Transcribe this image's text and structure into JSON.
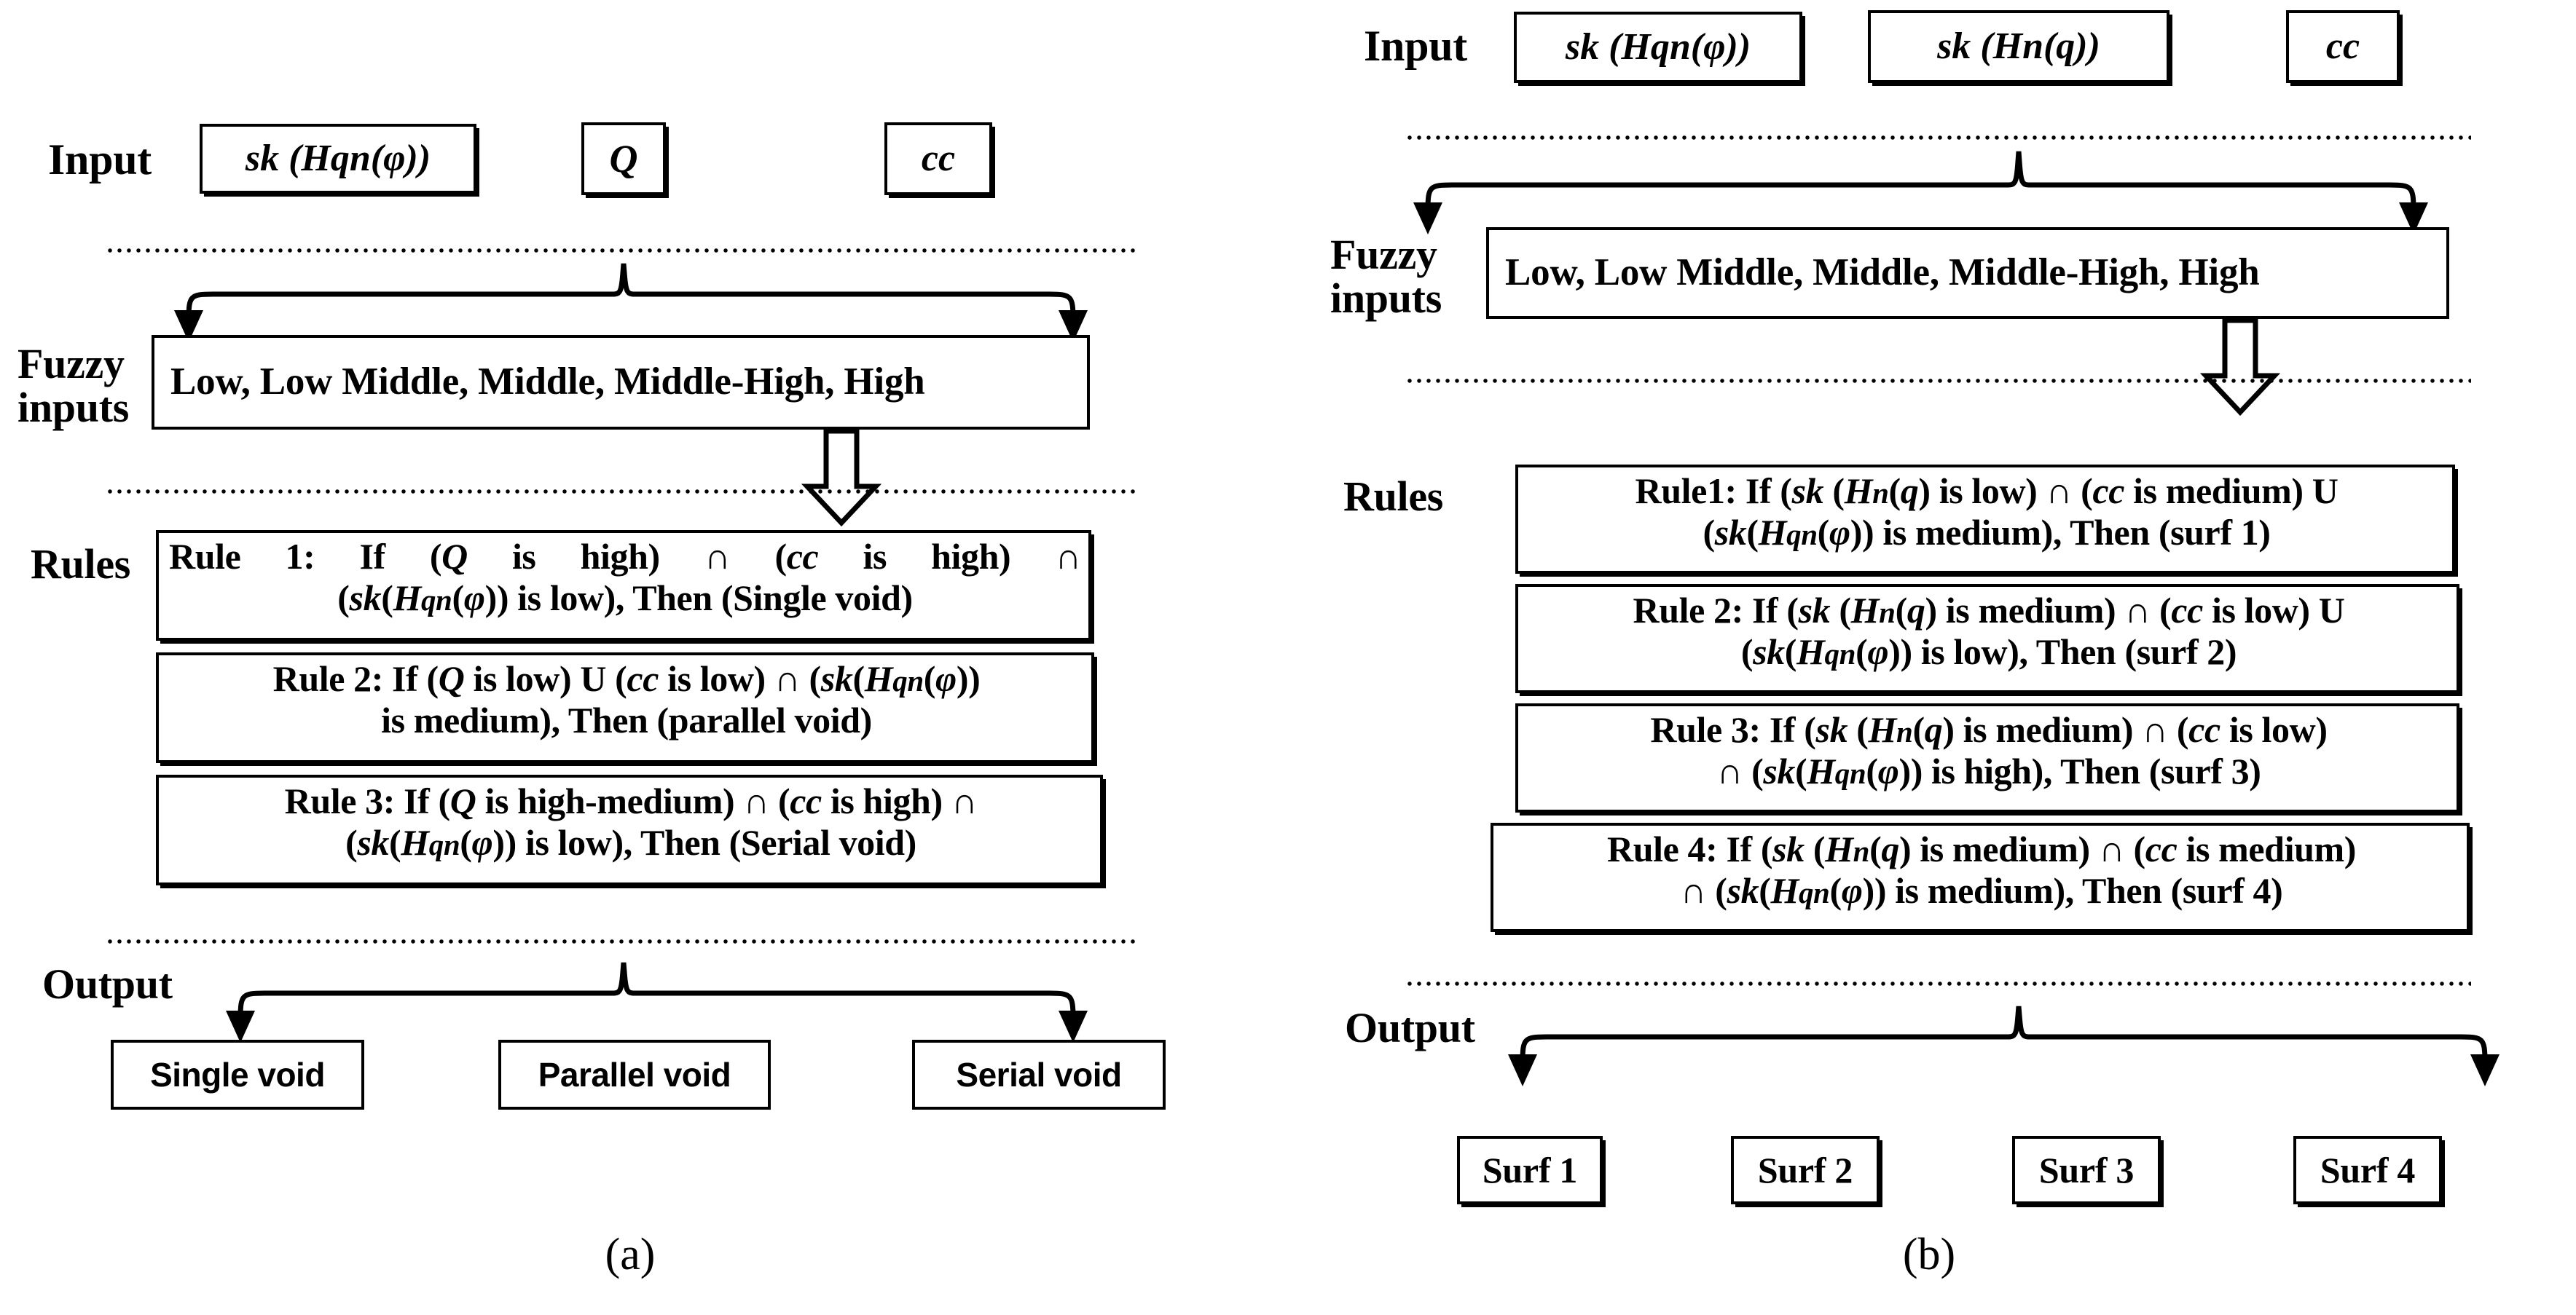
{
  "figure": {
    "panels": [
      {
        "id": "a",
        "caption": "(a)",
        "labels": {
          "input": "Input",
          "fuzzy_inputs": "Fuzzy\ninputs",
          "rules": "Rules",
          "output": "Output"
        },
        "inputs": [
          {
            "name": "input-sk-hqn-phi",
            "text": "sk (Hqn(φ))"
          },
          {
            "name": "input-q",
            "text": "Q"
          },
          {
            "name": "input-cc",
            "text": "cc"
          }
        ],
        "fuzzy_sets": "Low, Low Middle, Middle, Middle-High, High",
        "rules": [
          {
            "name": "rule-1",
            "line1": "Rule 1: If (Q is high) ∩ (cc is high) ∩",
            "line1_words": [
              "Rule",
              "1:",
              "If",
              "(Q",
              "is",
              "high)",
              "∩",
              "(cc",
              "is",
              "high)",
              "∩"
            ],
            "line2": "(sk(Hqn(φ)) is low), Then (Single void)"
          },
          {
            "name": "rule-2",
            "line1": "Rule 2: If (Q is low) U (cc is low) ∩ (sk(Hqn(φ))",
            "line2": "is medium), Then (parallel void)"
          },
          {
            "name": "rule-3",
            "line1": "Rule 3: If (Q is high-medium) ∩ (cc is high) ∩",
            "line2": "(sk(Hqn(φ)) is low), Then (Serial void)"
          }
        ],
        "outputs": [
          {
            "name": "output-single-void",
            "text": "Single void"
          },
          {
            "name": "output-parallel-void",
            "text": "Parallel void"
          },
          {
            "name": "output-serial-void",
            "text": "Serial void"
          }
        ]
      },
      {
        "id": "b",
        "caption": "(b)",
        "labels": {
          "input": "Input",
          "fuzzy_inputs": "Fuzzy\ninputs",
          "rules": "Rules",
          "output": "Output"
        },
        "inputs": [
          {
            "name": "input-sk-hqn-phi",
            "text": "sk (Hqn(φ))"
          },
          {
            "name": "input-sk-hn-q",
            "text": "sk (Hn(q))"
          },
          {
            "name": "input-cc",
            "text": "cc"
          }
        ],
        "fuzzy_sets": "Low, Low Middle, Middle, Middle-High, High",
        "rules": [
          {
            "name": "rule-1",
            "line1": "Rule1: If (sk (Hn(q) is low) ∩ (cc is medium) U",
            "line2": "(sk(Hqn(φ)) is medium), Then (surf 1)"
          },
          {
            "name": "rule-2",
            "line1": "Rule 2: If (sk (Hn(q) is medium) ∩ (cc is low) U",
            "line2": "(sk(Hqn(φ)) is low), Then (surf 2)"
          },
          {
            "name": "rule-3",
            "line1": "Rule 3: If (sk (Hn(q) is medium) ∩ (cc is low)",
            "line2": "∩ (sk(Hqn(φ)) is high), Then (surf 3)"
          },
          {
            "name": "rule-4",
            "line1": "Rule 4: If (sk (Hn(q) is medium) ∩ (cc is medium)",
            "line2": "∩ (sk(Hqn(φ)) is medium), Then (surf 4)"
          }
        ],
        "outputs": [
          {
            "name": "output-surf-1",
            "text": "Surf 1"
          },
          {
            "name": "output-surf-2",
            "text": "Surf 2"
          },
          {
            "name": "output-surf-3",
            "text": "Surf 3"
          },
          {
            "name": "output-surf-4",
            "text": "Surf 4"
          }
        ]
      }
    ],
    "colors": {
      "ink": "#000000",
      "paper": "#ffffff"
    }
  }
}
